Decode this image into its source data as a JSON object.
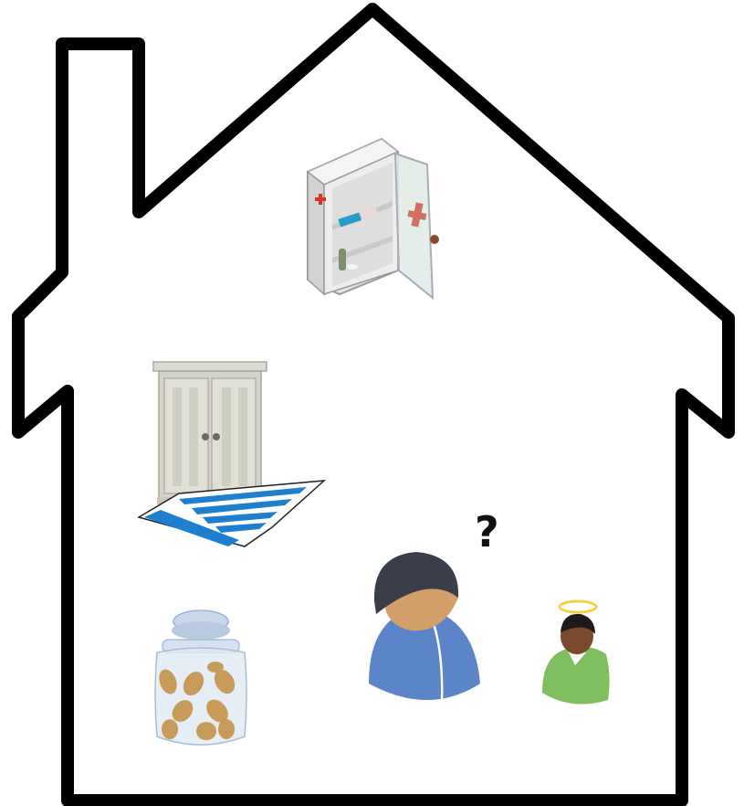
{
  "scene": {
    "question_mark": "?",
    "objects": [
      {
        "name": "medicine-cabinet",
        "icon": "first-aid-cabinet-icon"
      },
      {
        "name": "wardrobe",
        "icon": "closet-icon"
      },
      {
        "name": "towel",
        "icon": "striped-towel-icon"
      },
      {
        "name": "cookie-jar",
        "icon": "cookie-jar-icon"
      },
      {
        "name": "person-in-beanie",
        "icon": "person-beanie-icon"
      },
      {
        "name": "child-with-halo",
        "icon": "angel-child-icon"
      }
    ]
  },
  "colors": {
    "outline": "#000000",
    "cross": "#d9332e",
    "towel_blue": "#1f7fcf",
    "coat": "#5b84c9",
    "beanie": "#3a3d4a",
    "skin_light": "#d3a06c",
    "skin_dark": "#7a4a2e",
    "shirt_green": "#7fbf5f",
    "halo": "#f2d24a",
    "cookie": "#c99b5a",
    "jar": "#c9d8ea"
  }
}
